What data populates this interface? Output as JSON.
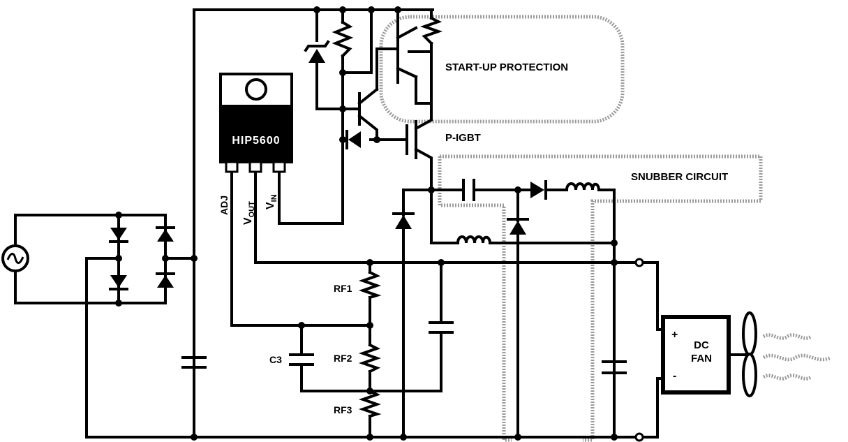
{
  "labels": {
    "ic": "HIP5600",
    "adj": "ADJ",
    "vout_main": "V",
    "vout_sub": "OUT",
    "vin_main": "V",
    "vin_sub": "IN",
    "rf1": "RF1",
    "rf2": "RF2",
    "rf3": "RF3",
    "c3": "C3",
    "pigbt": "P-IGBT",
    "startup": "START-UP PROTECTION",
    "snubber": "SNUBBER CIRCUIT",
    "fan_line1": "DC",
    "fan_line2": "FAN",
    "plus": "+",
    "minus": "-"
  }
}
